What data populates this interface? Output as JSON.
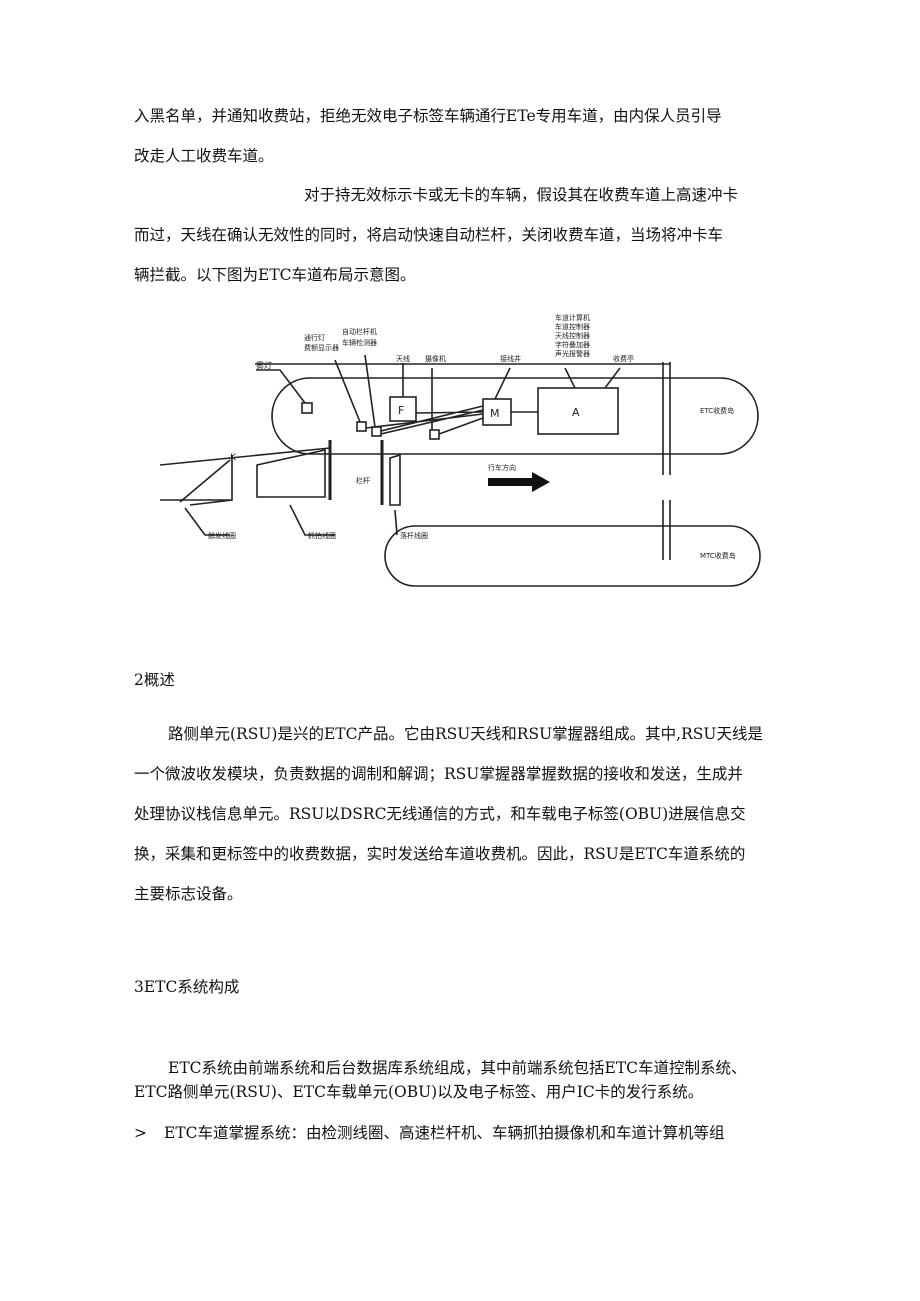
{
  "paragraphs": {
    "p1": [
      "入黑名单，并通知收费站，拒绝无效电子标签车辆通行ETe专用车道，由内保人员引导",
      "改走人工收费车道。"
    ],
    "p2": [
      "对于持无效标示卡或无卡的车辆，假设其在收费车道上高速冲卡",
      "而过，天线在确认无效性的同时，将启动快速自动栏杆，关闭收费车道，当场将冲卡车",
      "辆拦截。以下图为ETC车道布局示意图。"
    ],
    "p3": [
      "路侧单元(RSU)是兴的ETC产品。它由RSU天线和RSU掌握器组成。其中,RSU天线是",
      "一个微波收发模块，负责数据的调制和解调；RSU掌握器掌握数据的接收和发送，生成并",
      "处理协议栈信息单元。RSU以DSRC无线通信的方式，和车载电子标签(OBU)进展信息交",
      "换，采集和更标签中的收费数据，实时发送给车道收费机。因此，RSU是ETC车道系统的",
      "主要标志设备。"
    ],
    "p4": [
      "ETC系统由前端系统和后台数据库系统组成，其中前端系统包括ETC车道控制系统、",
      "ETC路侧单元(RSU)、ETC车载单元(OBU)以及电子标签、用户IC卡的发行系统。"
    ]
  },
  "headings": {
    "h2": "2概述",
    "h3": "3ETC系统构成"
  },
  "bullet": {
    "mark": ">",
    "text": "ETC车道掌握系统：由检测线圈、高速栏杆机、车辆抓拍摄像机和车道计算机等组"
  },
  "diagram": {
    "labels": {
      "fog_light": "雾灯",
      "signal_light": "通行灯",
      "fee_display": "费额显示器",
      "auto_barrier": "自动栏杆机",
      "vehicle_detector": "车辆检测器",
      "antenna": "天线",
      "camera": "摄像机",
      "junction_well": "接线井",
      "toll_booth": "收费亭",
      "lane_equipment": [
        "车道计算机",
        "车道控制器",
        "天线控制器",
        "字符叠加器",
        "声光报警器"
      ],
      "etc_island": "ETC收费岛",
      "mtc_island": "MTC收费岛",
      "direction": "行车方向",
      "barrier": "栏杆",
      "trigger_coil": "触发线圈",
      "capture_coil": "抓拍线圈",
      "drop_coil": "落杆线圈",
      "box_f": "F",
      "box_m": "M",
      "box_a": "A",
      "box_k": "K"
    }
  }
}
